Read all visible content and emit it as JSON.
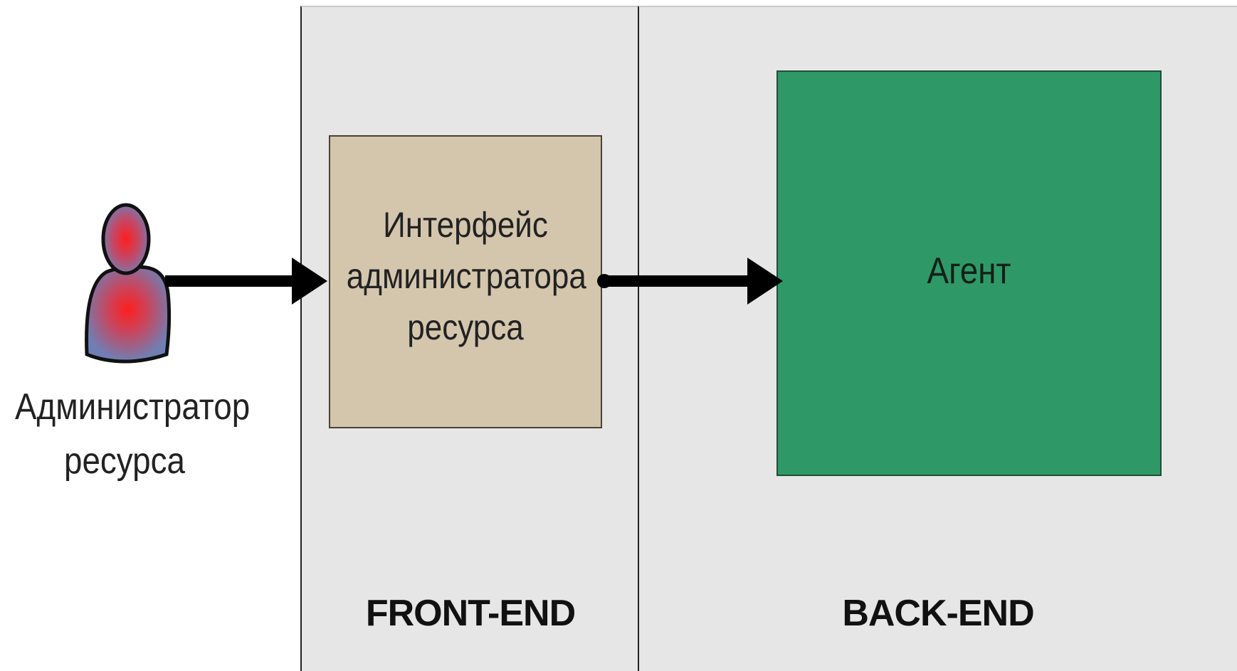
{
  "actor": {
    "label_line1": "Администратор",
    "label_line2": "ресурса"
  },
  "interface_box": {
    "line1": "Интерфейс",
    "line2": "администратора",
    "line3": "ресурса"
  },
  "agent_box": {
    "label": "Агент"
  },
  "zones": {
    "front_label": "FRONT-END",
    "back_label": "BACK-END"
  },
  "colors": {
    "zone_fill": "#e6e6e6",
    "interface_fill": "#d4c6ad",
    "agent_fill": "#2e9967",
    "actor_body": "#6f7fb4",
    "actor_glow": "#ff1e1e",
    "arrow": "#000000"
  },
  "icons": {
    "actor": "user-icon"
  }
}
